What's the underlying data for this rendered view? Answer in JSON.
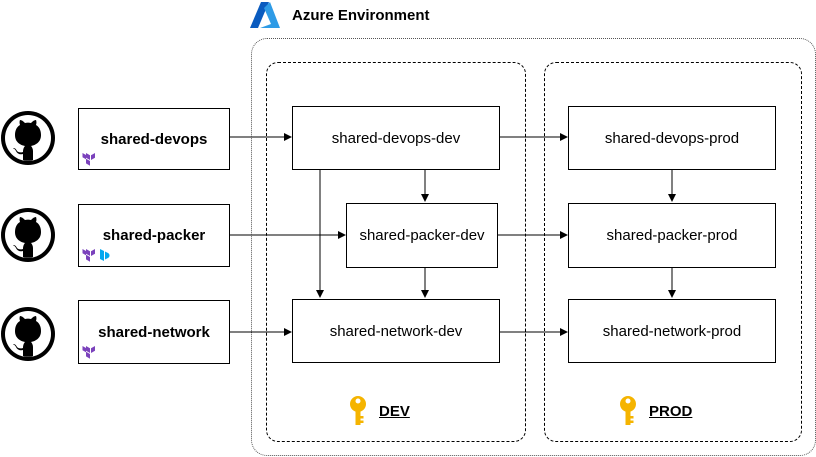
{
  "header": {
    "title": "Azure Environment",
    "logo_icon": "azure-logo-icon",
    "brand_colors": [
      "#0a5bbf",
      "#2e9be6"
    ]
  },
  "repos": [
    {
      "name": "shared-devops",
      "icons": [
        "github-icon",
        "terraform-icon"
      ]
    },
    {
      "name": "shared-packer",
      "icons": [
        "github-icon",
        "terraform-icon",
        "packer-icon"
      ]
    },
    {
      "name": "shared-network",
      "icons": [
        "github-icon",
        "terraform-icon"
      ]
    }
  ],
  "zones": {
    "dev": {
      "label": "DEV",
      "icon": "key-icon",
      "nodes": [
        "shared-devops-dev",
        "shared-packer-dev",
        "shared-network-dev"
      ]
    },
    "prod": {
      "label": "PROD",
      "icon": "key-icon",
      "nodes": [
        "shared-devops-prod",
        "shared-packer-prod",
        "shared-network-prod"
      ]
    }
  },
  "colors": {
    "terraform": "#7b42bc",
    "packer": "#02a8ef",
    "key": "#f5b400"
  }
}
